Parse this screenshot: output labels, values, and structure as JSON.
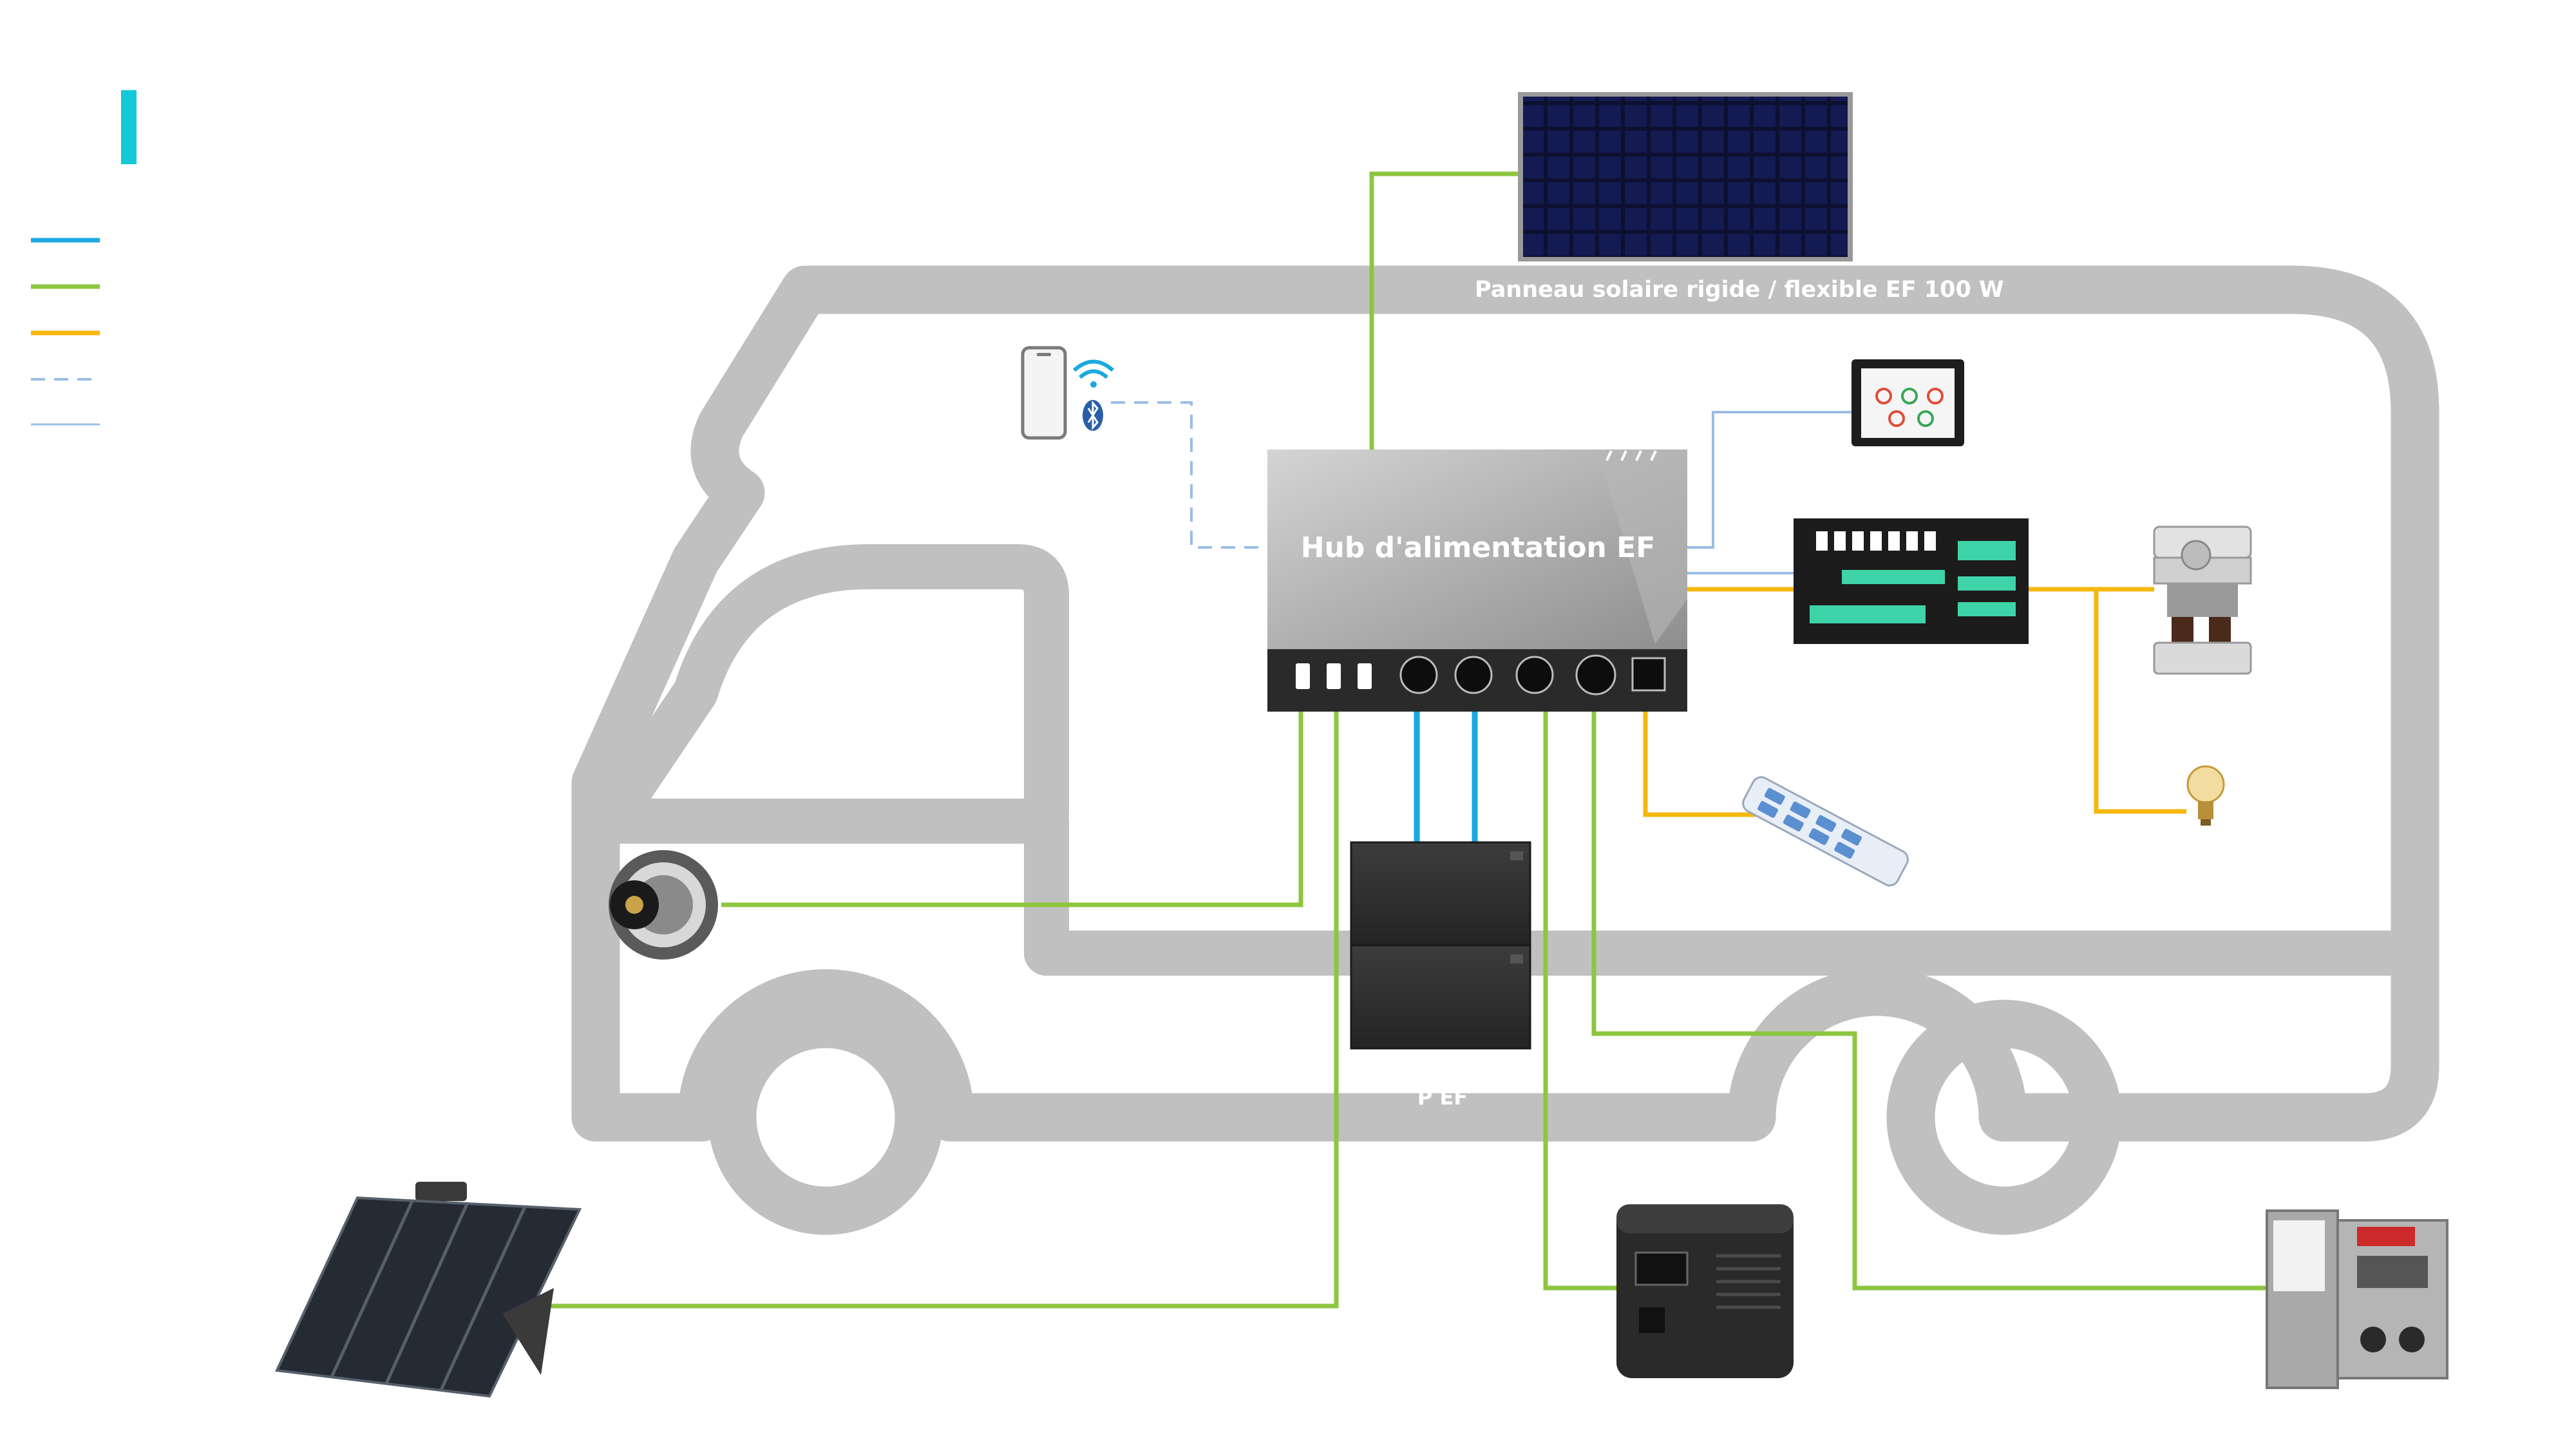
{
  "labels": {
    "solar_panel": "Panneau solaire rigide / flexible EF 100 W",
    "hub": "Hub d'alimentation EF",
    "battery": "P EF"
  },
  "legend": {
    "items": [
      {
        "color": "#1ba8e0",
        "style": "solid"
      },
      {
        "color": "#8dc63f",
        "style": "solid"
      },
      {
        "color": "#f5b70b",
        "style": "solid"
      },
      {
        "color": "#9bbde6",
        "style": "dashed"
      },
      {
        "color": "#9bbde6",
        "style": "thin"
      }
    ],
    "accent_color": "#14c8d8"
  },
  "colors": {
    "green_line": "#8dc63f",
    "blue_line": "#1ba8e0",
    "yellow_line": "#f5b70b",
    "comm_line": "#9bbde6",
    "rv_outline": "#c0c0c0"
  },
  "components": [
    {
      "name": "solar-panel-rigid",
      "icon": "solar-panel-icon"
    },
    {
      "name": "smartphone-app",
      "icon": "smartphone-bluetooth-wifi-icon"
    },
    {
      "name": "power-hub",
      "icon": "power-hub-icon"
    },
    {
      "name": "display-screen",
      "icon": "touch-display-icon"
    },
    {
      "name": "distribution-panel",
      "icon": "breaker-panel-icon"
    },
    {
      "name": "coffee-machine",
      "icon": "coffee-machine-icon"
    },
    {
      "name": "light-bulb",
      "icon": "light-bulb-icon"
    },
    {
      "name": "power-strip",
      "icon": "power-strip-icon"
    },
    {
      "name": "alternator",
      "icon": "alternator-icon"
    },
    {
      "name": "battery-stack",
      "icon": "battery-icon"
    },
    {
      "name": "portable-solar-panel",
      "icon": "portable-solar-panel-icon"
    },
    {
      "name": "smart-generator",
      "icon": "generator-icon"
    },
    {
      "name": "shore-power-pedestal",
      "icon": "shore-power-icon"
    }
  ]
}
